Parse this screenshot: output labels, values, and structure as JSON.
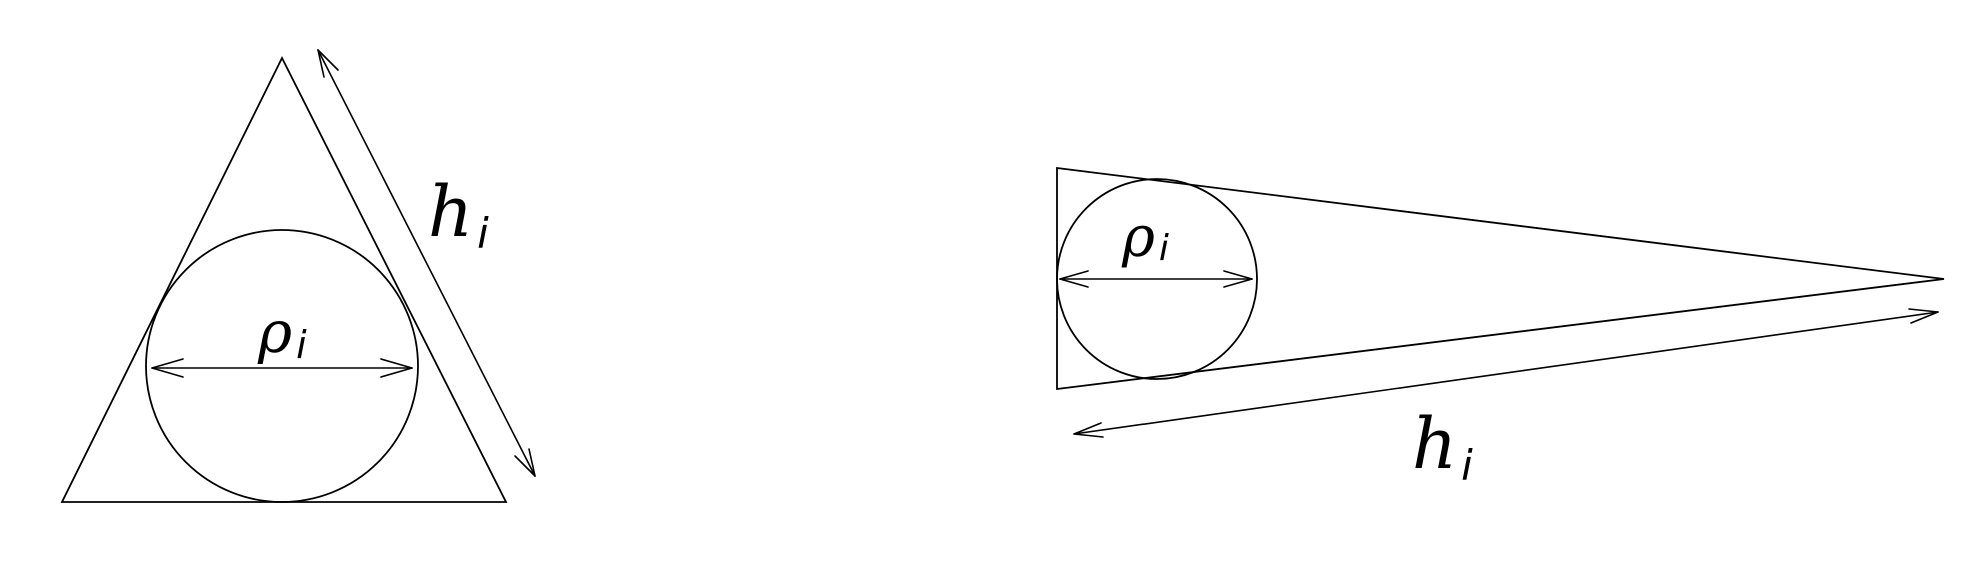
{
  "colors": {
    "stroke": "#000000",
    "background": "#ffffff"
  },
  "figures": [
    {
      "kind": "regular-triangle-with-incircle",
      "labels": {
        "rho_symbol": "ρ",
        "rho_subscript": "i",
        "h_symbol": "h",
        "h_subscript": "i"
      }
    },
    {
      "kind": "thin-triangle-with-incircle",
      "labels": {
        "rho_symbol": "ρ",
        "rho_subscript": "i",
        "h_symbol": "h",
        "h_subscript": "i"
      }
    }
  ]
}
